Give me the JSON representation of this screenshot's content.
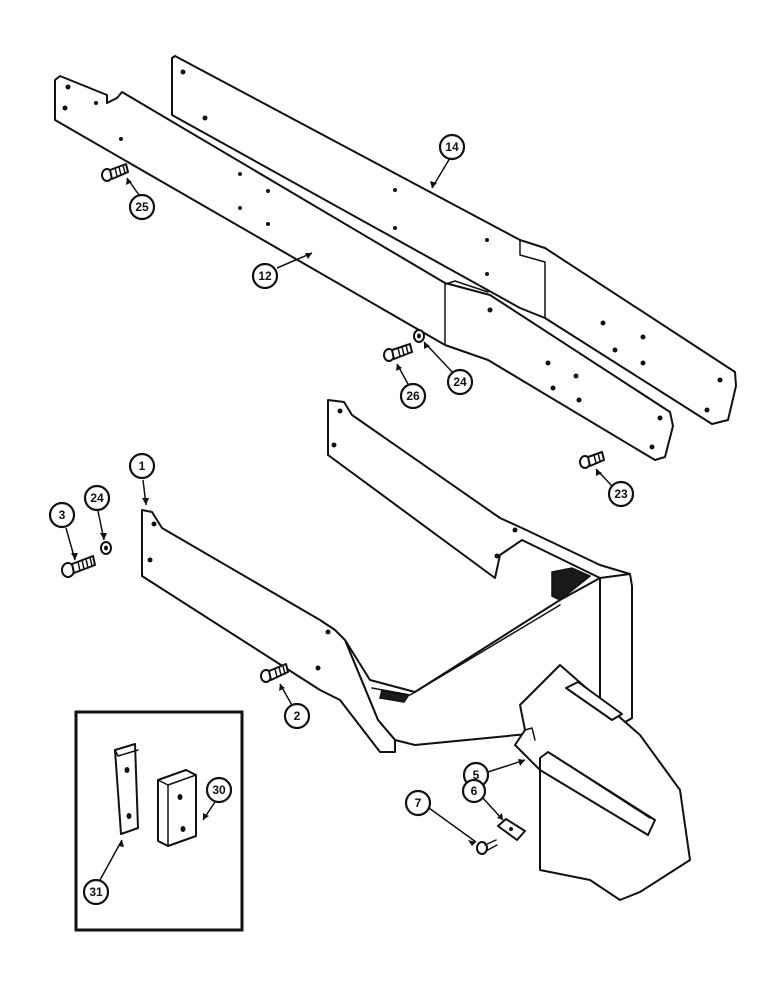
{
  "callouts": {
    "c1": "1",
    "c2": "2",
    "c3": "3",
    "c5": "5",
    "c6": "6",
    "c7": "7",
    "c12": "12",
    "c14": "14",
    "c23": "23",
    "c24a": "24",
    "c24b": "24",
    "c25": "25",
    "c26": "26",
    "c30": "30",
    "c31": "31"
  },
  "colors": {
    "line": "#111111",
    "background": "#ffffff"
  }
}
